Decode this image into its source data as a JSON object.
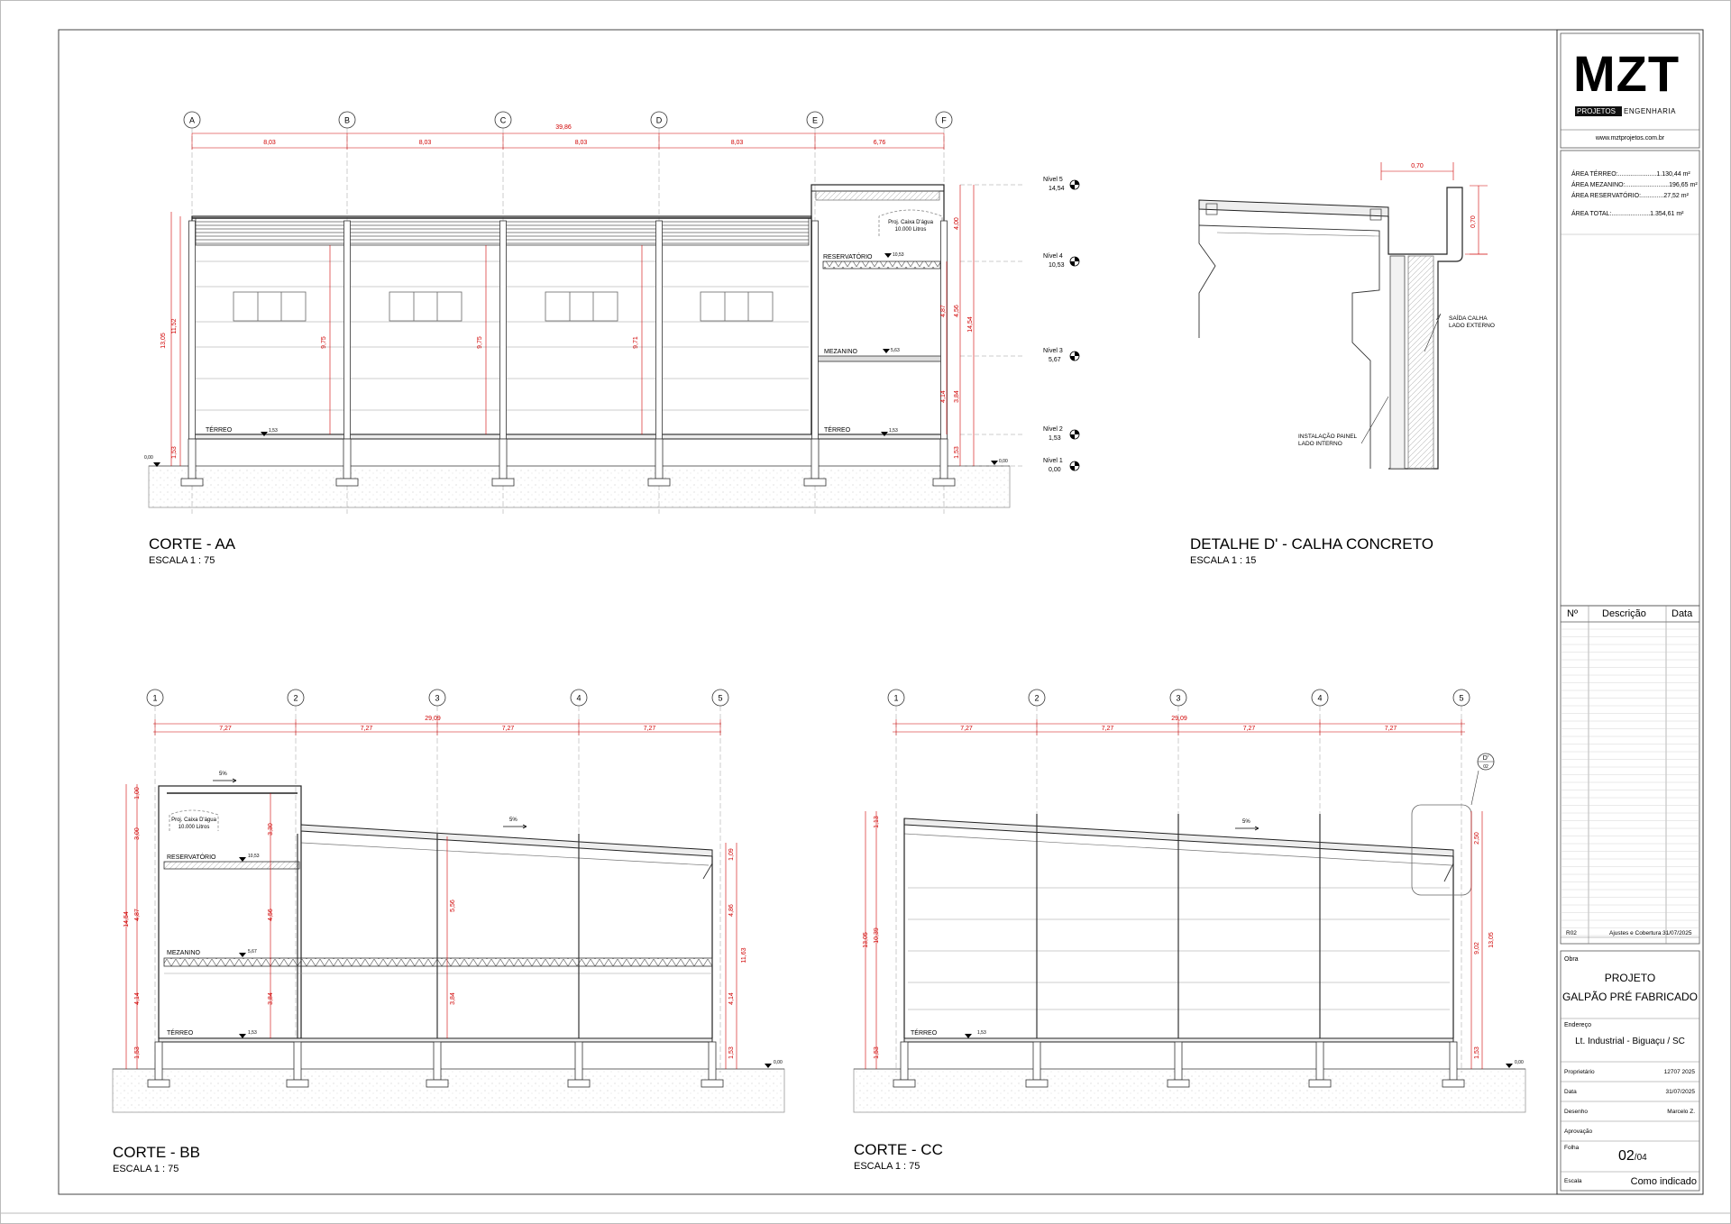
{
  "titleblock": {
    "logo": "MZT",
    "logo_sub_left": "PROJETOS",
    "logo_sub_right": "ENGENHARIA",
    "website": "www.mztprojetos.com.br",
    "areas": [
      {
        "label": "ÁREA TÉRREO:......................",
        "value": "1.130,44 m²"
      },
      {
        "label": "ÁREA MEZANINO:.........................",
        "value": "196,65 m²"
      },
      {
        "label": "ÁREA RESERVATÓRIO:.............",
        "value": "27,52 m²"
      },
      {
        "label": "ÁREA TOTAL:......................",
        "value": "1.354,61 m²"
      }
    ],
    "revision_headers": [
      "Nº",
      "Descrição",
      "Data"
    ],
    "revision": {
      "num": "R02",
      "desc": "Ajustes e Cobertura",
      "date": "31/07/2025"
    },
    "obra_label": "Obra",
    "obra_line1": "PROJETO",
    "obra_line2": "GALPÃO PRÉ FABRICADO",
    "endereco_label": "Endereço",
    "endereco": "Lt. Industrial - Biguaçu / SC",
    "proprietario_label": "Proprietário",
    "proprietario": "12707 2025",
    "data_label": "Data",
    "data": "31/07/2025",
    "desenho_label": "Desenho",
    "desenho": "Marcelo Z.",
    "aprovacao_label": "Aprovação",
    "folha_label": "Folha",
    "folha": "02",
    "folha_total": "/04",
    "escala_label": "Escala",
    "escala": "Como indicado"
  },
  "views": {
    "aa": {
      "title": "CORTE - AA",
      "scale": "ESCALA 1 : 75"
    },
    "detail": {
      "title": "DETALHE D' - CALHA CONCRETO",
      "scale": "ESCALA 1 : 15"
    },
    "bb": {
      "title": "CORTE - BB",
      "scale": "ESCALA 1 : 75"
    },
    "cc": {
      "title": "CORTE - CC",
      "scale": "ESCALA 1 : 75"
    }
  },
  "aa": {
    "grid": [
      "A",
      "B",
      "C",
      "D",
      "E",
      "F"
    ],
    "total": "39,86",
    "spans": [
      "8,03",
      "8,03",
      "8,03",
      "8,03",
      "6,76"
    ],
    "levels": [
      {
        "name": "Nível 5",
        "value": "14,54"
      },
      {
        "name": "Nível 4",
        "value": "10,53"
      },
      {
        "name": "Nível 3",
        "value": "5,67"
      },
      {
        "name": "Nível 2",
        "value": "1,53"
      },
      {
        "name": "Nível 1",
        "value": "0,00"
      }
    ],
    "labels": {
      "terreo": "TÉRREO",
      "mezanino": "MEZANINO",
      "reservatorio": "RESERVATÓRIO",
      "caixa1": "Proj. Caixa D'água",
      "caixa2": "10.000 Litros",
      "lvl_153": "1,53",
      "lvl_567": "5,63",
      "lvl_1053": "10,53",
      "lvl_000": "0,00"
    },
    "dims": [
      "13,05",
      "11,52",
      "1,53",
      "9,75",
      "9,75",
      "9,71",
      "4,00",
      "4,56",
      "3,84",
      "4,87",
      "4,14",
      "14,54",
      "1,53"
    ]
  },
  "detail": {
    "dim_top": "0,70",
    "dim_side": "0,70",
    "note1a": "SAÍDA CALHA",
    "note1b": "LADO EXTERNO",
    "note2a": "INSTALAÇÃO PAINEL",
    "note2b": "LADO INTERNO"
  },
  "bb": {
    "grid": [
      "1",
      "2",
      "3",
      "4",
      "5"
    ],
    "total": "29,09",
    "spans": [
      "7,27",
      "7,27",
      "7,27",
      "7,27"
    ],
    "slope": "5%",
    "slope2": "5%",
    "labels": {
      "terreo": "TÉRREO",
      "mezanino": "MEZANINO",
      "reservatorio": "RESERVATÓRIO",
      "caixa1": "Proj. Caixa D'água",
      "caixa2": "10.000 Litros",
      "lvl_153": "1,53",
      "lvl_567": "5,67",
      "lvl_1053": "10,53",
      "lvl_000": "0,00"
    },
    "dims_left": [
      "1,00",
      "3,00",
      "4,87",
      "14,54",
      "4,14",
      "1,53"
    ],
    "dims_inner": [
      "3,30",
      "4,56",
      "3,84",
      "5,56",
      "3,84"
    ],
    "dims_right": [
      "1,09",
      "4,86",
      "11,63",
      "4,14",
      "1,53"
    ]
  },
  "cc": {
    "grid": [
      "1",
      "2",
      "3",
      "4",
      "5"
    ],
    "total": "29,09",
    "spans": [
      "7,27",
      "7,27",
      "7,27",
      "7,27"
    ],
    "slope": "5%",
    "detail_tag": "D'",
    "detail_sheet": "02",
    "labels": {
      "terreo": "TÉRREO",
      "lvl_153": "1,53",
      "lvl_000": "0,00"
    },
    "dims_left": [
      "1,13",
      "10,39",
      "13,05",
      "1,53"
    ],
    "dims_right": [
      "2,50",
      "9,02",
      "13,05",
      "1,53"
    ]
  }
}
